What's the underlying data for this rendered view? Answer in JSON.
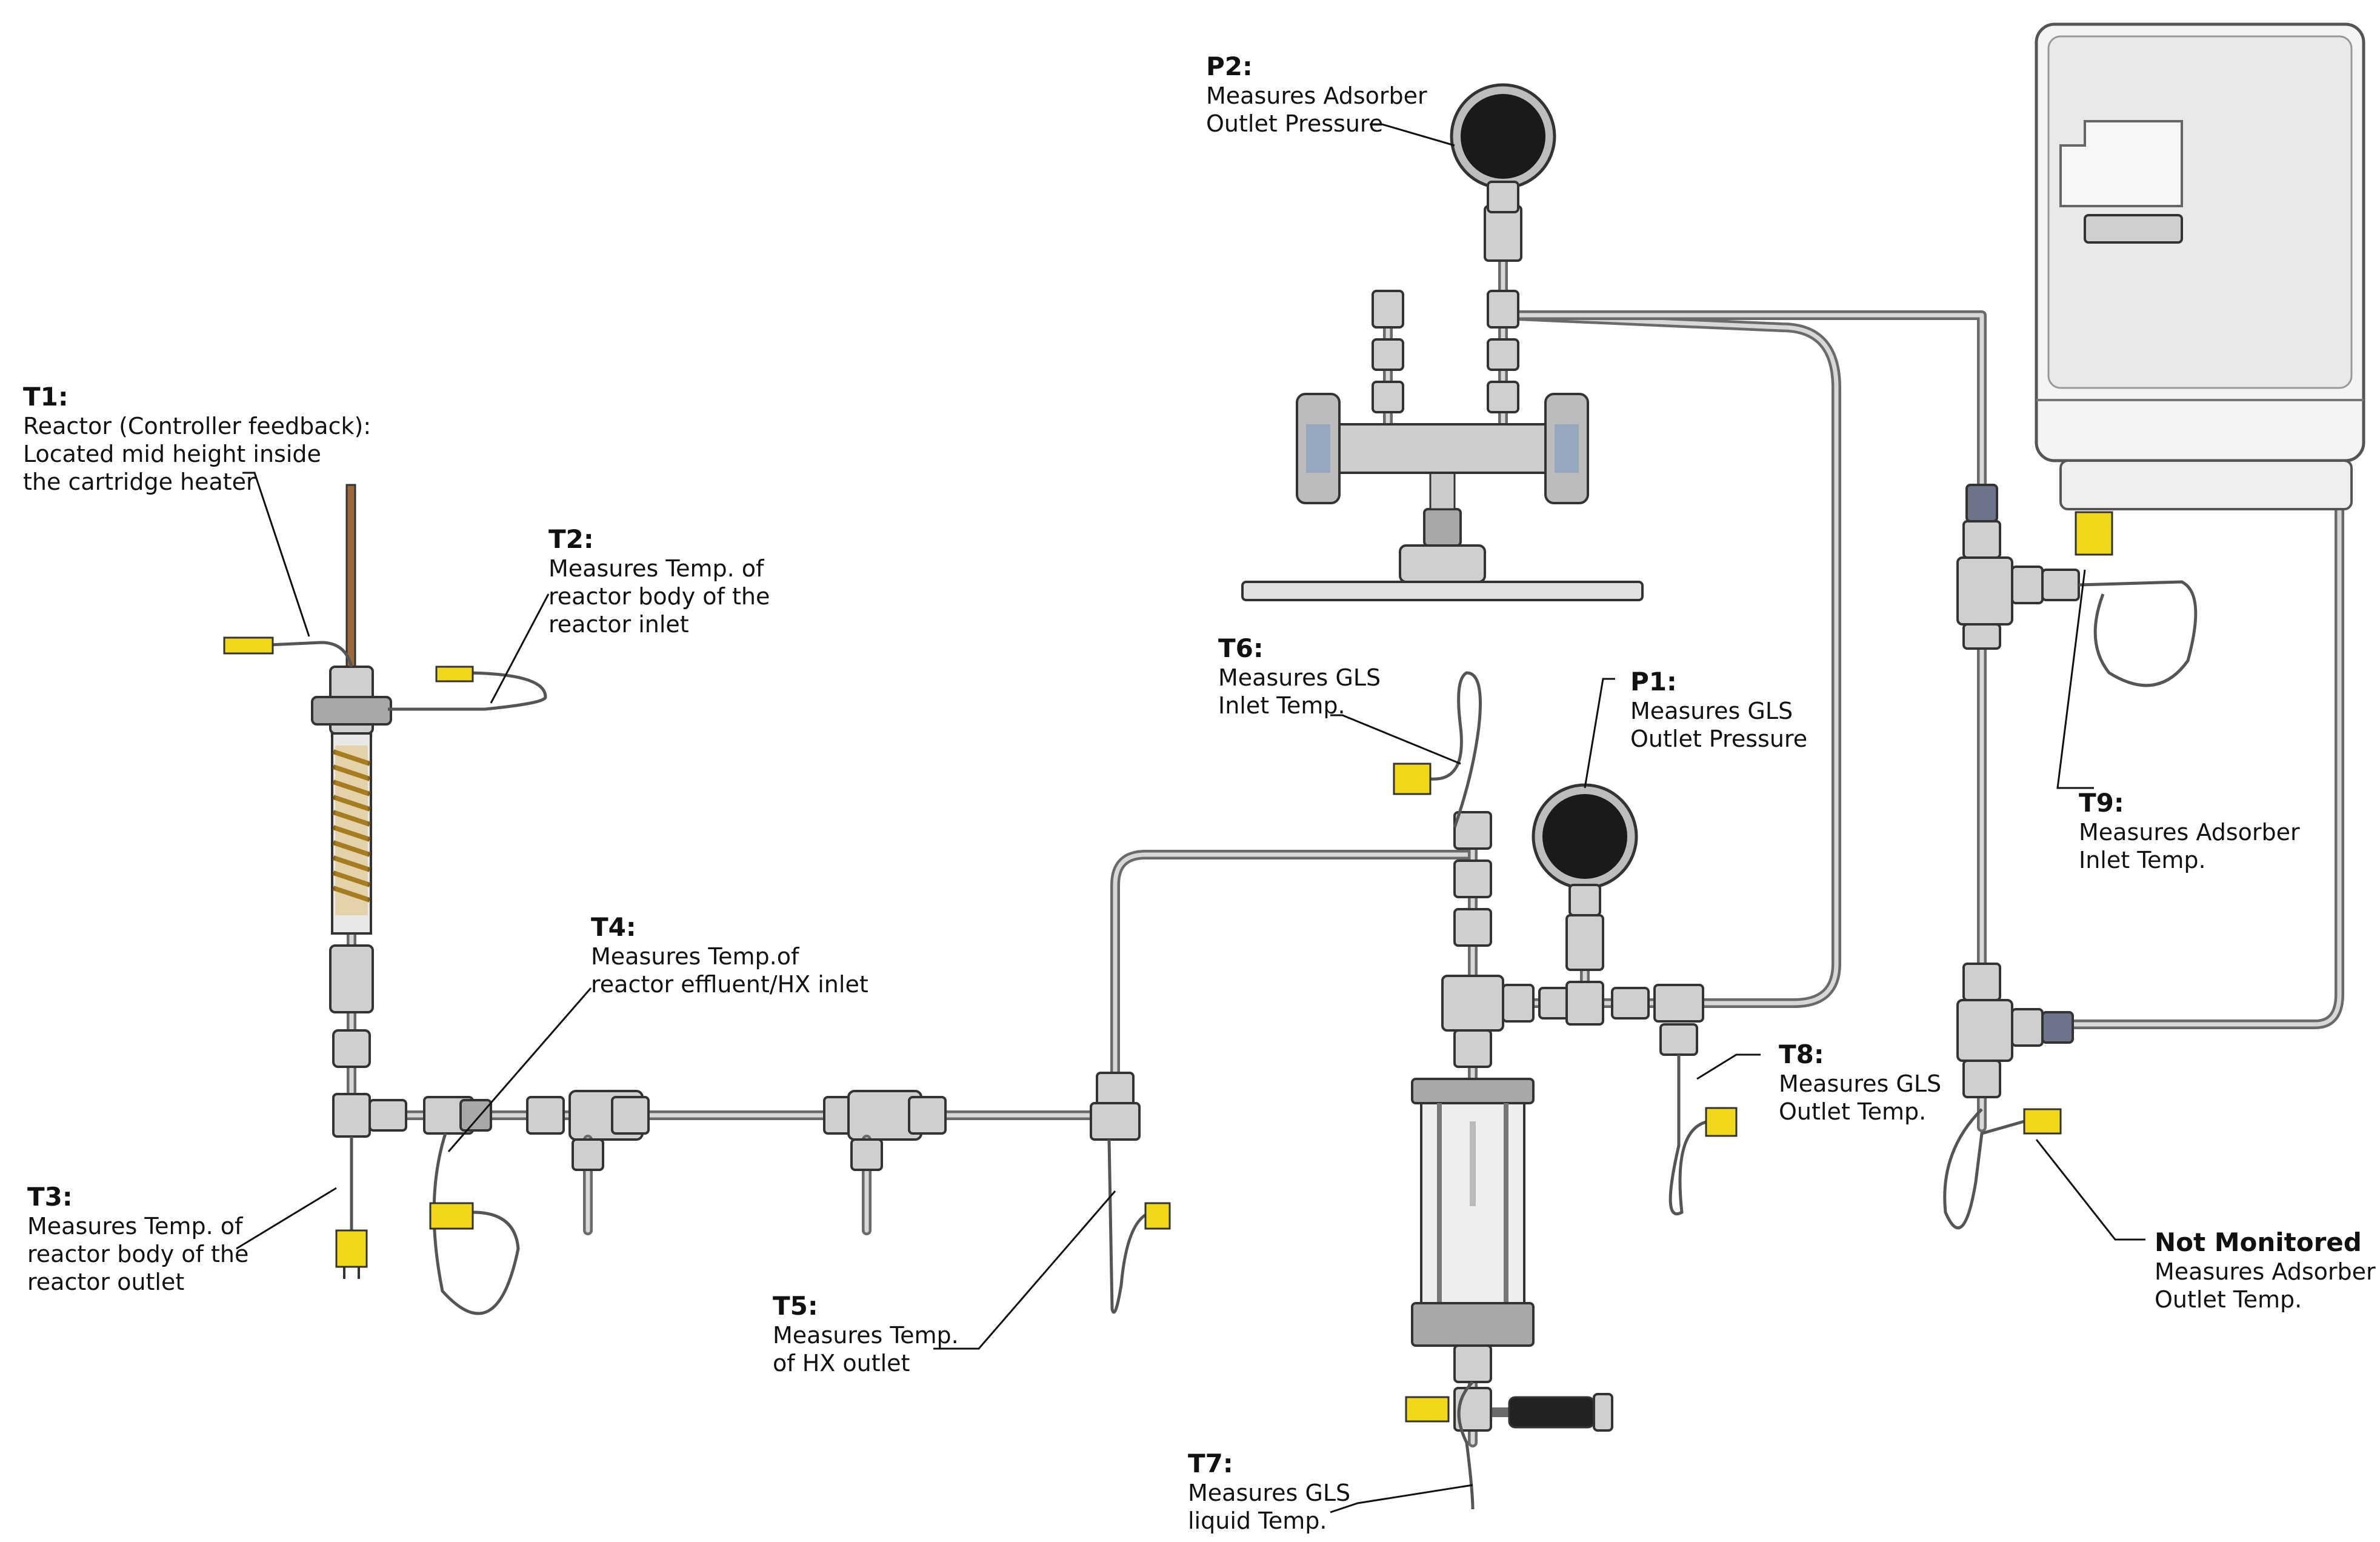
{
  "labels": {
    "t1": {
      "id": "T1:",
      "lines": [
        "Reactor (Controller feedback):",
        "Located mid height inside",
        "the cartridge heater"
      ]
    },
    "t2": {
      "id": "T2:",
      "lines": [
        "Measures Temp. of",
        "reactor body of the",
        "reactor inlet"
      ]
    },
    "t3": {
      "id": "T3:",
      "lines": [
        "Measures Temp. of",
        "reactor body of the",
        "reactor outlet"
      ]
    },
    "t4": {
      "id": "T4:",
      "lines": [
        "Measures Temp.of",
        "reactor effluent/HX inlet"
      ]
    },
    "t5": {
      "id": "T5:",
      "lines": [
        "Measures Temp.",
        "of HX outlet"
      ]
    },
    "t6": {
      "id": "T6:",
      "lines": [
        "Measures GLS",
        "Inlet Temp."
      ]
    },
    "t7": {
      "id": "T7:",
      "lines": [
        "Measures GLS",
        "liquid Temp."
      ]
    },
    "t8": {
      "id": "T8:",
      "lines": [
        "Measures GLS",
        "Outlet Temp."
      ]
    },
    "t9": {
      "id": "T9:",
      "lines": [
        "Measures Adsorber",
        "Inlet Temp."
      ]
    },
    "p1": {
      "id": "P1:",
      "lines": [
        "Measures GLS",
        "Outlet Pressure"
      ]
    },
    "p2": {
      "id": "P2:",
      "lines": [
        "Measures Adsorber",
        "Outlet Pressure"
      ]
    },
    "nm": {
      "id": "Not Monitored",
      "lines": [
        "Measures Adsorber",
        "Outlet Temp."
      ]
    }
  },
  "colors": {
    "steel": "#cfcfcf",
    "pipe": "#6a6a6a",
    "thermocouple": "#f2d81a",
    "gauge_face": "#1a1a1a",
    "heater_coil": "#d9a836"
  }
}
